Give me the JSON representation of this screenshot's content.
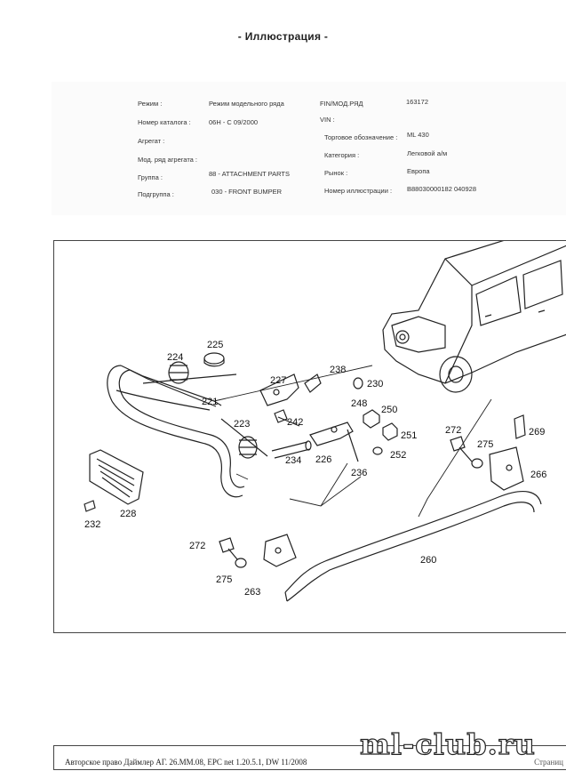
{
  "page": {
    "title": "- Иллюстрация -"
  },
  "header": {
    "left": [
      {
        "label": "Режим",
        "value": "Режим модельного ряда"
      },
      {
        "label": "Номер каталога",
        "value": "06Н - C 09/2000"
      },
      {
        "label": "Агрегат",
        "value": ""
      },
      {
        "label": "Мод. ряд агрегата",
        "value": ""
      },
      {
        "label": "Группа",
        "value": "88 - ATTACHMENT PARTS"
      },
      {
        "label": "Подгруппа",
        "value": "030 - FRONT BUMPER"
      }
    ],
    "right": [
      {
        "label": "FIN/МОД.РЯД",
        "value": "163172"
      },
      {
        "label": "VIN",
        "value": ""
      },
      {
        "label": "Торговое обозначение",
        "value": "ML 430"
      },
      {
        "label": "Категория",
        "value": "Легковой а/м"
      },
      {
        "label": "Рынок",
        "value": "Европа"
      },
      {
        "label": "Номер иллюстрации",
        "value": "B88030000182 040928"
      }
    ]
  },
  "drawing": {
    "callouts": [
      "224",
      "225",
      "221",
      "227",
      "238",
      "230",
      "242",
      "248",
      "250",
      "223",
      "251",
      "226",
      "252",
      "234",
      "236",
      "272",
      "275",
      "269",
      "266",
      "232",
      "228",
      "260",
      "263"
    ]
  },
  "footer": {
    "copyright": "Авторское право Даймлер АГ. 26.ММ.08, EPC net 1.20.5.1, DW 11/2008",
    "page_hint": "Страниц",
    "watermark": "ml-club.ru"
  }
}
